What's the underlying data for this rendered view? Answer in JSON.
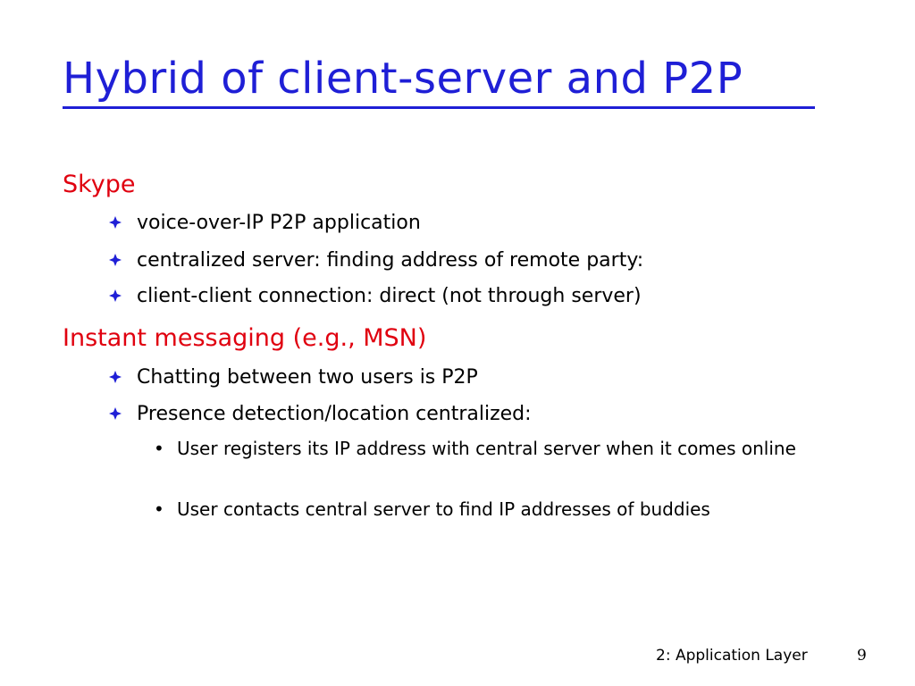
{
  "title": "Hybrid of client-server and P2P",
  "sections": [
    {
      "heading": "Skype",
      "bullets": [
        "voice-over-IP P2P application",
        "centralized server: finding address of remote party:",
        "client-client connection: direct (not through server)"
      ]
    },
    {
      "heading": "Instant messaging (e.g., MSN)",
      "bullets": [
        "Chatting between two users is P2P",
        "Presence detection/location centralized:"
      ],
      "subbullets": [
        "User registers its IP address with central server when it comes online",
        "User contacts central server to find IP addresses of buddies"
      ]
    }
  ],
  "footer": {
    "label": "2: Application Layer",
    "page": "9"
  },
  "colors": {
    "title": "#1f1fd6",
    "heading": "#e0000f",
    "bullet": "#1f1fd6"
  },
  "icons": {
    "level1_bullet": "diamond-bullet-icon",
    "level2_bullet": "dot-bullet-icon"
  }
}
